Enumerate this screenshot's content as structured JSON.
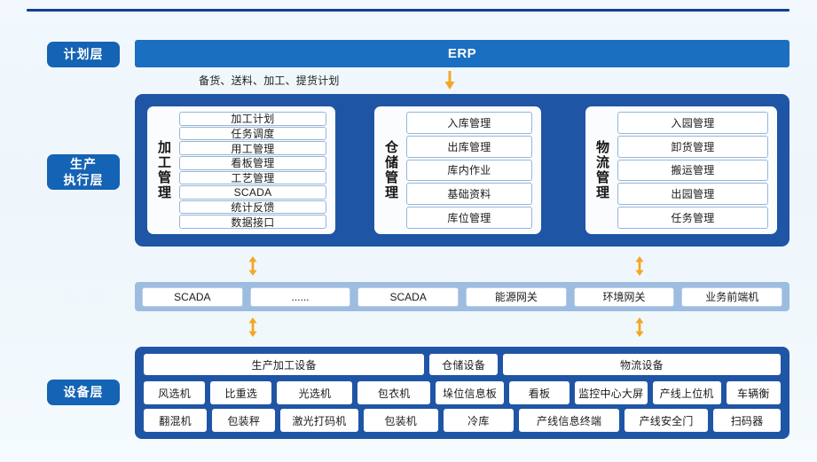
{
  "diagram": {
    "title_rule": "top-divider",
    "colors": {
      "deep_blue": "#1f55a5",
      "bar_blue": "#1a6fc0",
      "label_blue": "#1463b4",
      "band_blue": "#9dbce0",
      "arrow_orange": "#f5a623",
      "page_bg": "#f1f8fd"
    }
  },
  "layers": {
    "plan": {
      "label": "计划层"
    },
    "execution": {
      "label_line1": "生产",
      "label_line2": "执行层"
    },
    "aggregation": {
      "label": "汇集层"
    },
    "equipment": {
      "label": "设备层"
    }
  },
  "erp": {
    "title": "ERP",
    "note": "备货、送料、加工、提货计划",
    "arrow": "arrow-down-icon"
  },
  "modules": [
    {
      "title": "加工管理",
      "items": [
        "加工计划",
        "任务调度",
        "用工管理",
        "看板管理",
        "工艺管理",
        "SCADA",
        "统计反馈",
        "数据接口"
      ]
    },
    {
      "title": "仓储管理",
      "items": [
        "入库管理",
        "出库管理",
        "库内作业",
        "基础资料",
        "库位管理"
      ]
    },
    {
      "title": "物流管理",
      "items": [
        "入园管理",
        "卸货管理",
        "搬运管理",
        "出园管理",
        "任务管理"
      ]
    }
  ],
  "aggregation_items": [
    "SCADA",
    "......",
    "SCADA",
    "能源网关",
    "环境网关",
    "业务前端机"
  ],
  "equipment": {
    "headers": [
      {
        "label": "生产加工设备",
        "flex": 404
      },
      {
        "label": "仓储设备",
        "flex": 98
      },
      {
        "label": "物流设备",
        "flex": 400
      }
    ],
    "row1": [
      {
        "label": "风选机",
        "flex": 88
      },
      {
        "label": "比重选",
        "flex": 88
      },
      {
        "label": "光选机",
        "flex": 108
      },
      {
        "label": "包衣机",
        "flex": 104
      },
      {
        "label": "垛位信息板",
        "flex": 98
      },
      {
        "label": "看板",
        "flex": 86
      },
      {
        "label": "监控中心大屏",
        "flex": 104
      },
      {
        "label": "产线上位机",
        "flex": 98
      },
      {
        "label": "车辆衡",
        "flex": 78
      }
    ],
    "row2": [
      {
        "label": "翻混机",
        "flex": 88
      },
      {
        "label": "包装秤",
        "flex": 88
      },
      {
        "label": "激光打码机",
        "flex": 108
      },
      {
        "label": "包装机",
        "flex": 104
      },
      {
        "label": "冷库",
        "flex": 98
      },
      {
        "label": "产线信息终端",
        "flex": 140
      },
      {
        "label": "产线安全门",
        "flex": 116
      },
      {
        "label": "扫码器",
        "flex": 94
      }
    ]
  },
  "connectors": {
    "updown_label": "arrow-up-down-icon",
    "count": 4
  }
}
